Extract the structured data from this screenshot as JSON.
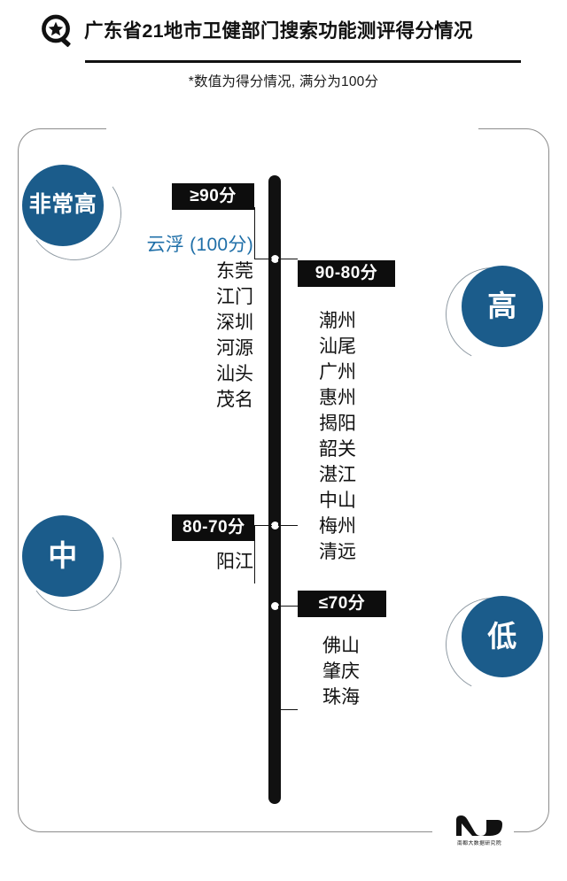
{
  "header": {
    "icon": "magnifier-star-icon",
    "title": "广东省21地市卫健部门搜索功能测评得分情况",
    "subtitle": "*数值为得分情况, 满分为100分"
  },
  "levels": [
    {
      "key": "very-high",
      "label": "非常高"
    },
    {
      "key": "high",
      "label": "高"
    },
    {
      "key": "medium",
      "label": "中"
    },
    {
      "key": "low",
      "label": "低"
    }
  ],
  "groups": [
    {
      "key": "ge-90",
      "tag": "≥90分",
      "side": "left",
      "highlight": "云浮 (100分)",
      "cities": [
        "东莞",
        "江门",
        "深圳",
        "河源",
        "汕头",
        "茂名"
      ]
    },
    {
      "key": "90-80",
      "tag": "90-80分",
      "side": "right",
      "highlight": "",
      "cities": [
        "潮州",
        "汕尾",
        "广州",
        "惠州",
        "揭阳",
        "韶关",
        "湛江",
        "中山",
        "梅州",
        "清远"
      ]
    },
    {
      "key": "80-70",
      "tag": "80-70分",
      "side": "left",
      "highlight": "",
      "cities": [
        "阳江"
      ]
    },
    {
      "key": "le-70",
      "tag": "≤70分",
      "side": "right",
      "highlight": "",
      "cities": [
        "佛山",
        "肇庆",
        "珠海"
      ]
    }
  ],
  "footer": {
    "logo_mark": "nandu-wave-logo",
    "logo_caption": "南都大数据研究院"
  },
  "colors": {
    "brand_blue": "#1b5c8b",
    "highlight_blue": "#1f6fa8",
    "ink": "#111111",
    "frame_gray": "#8c8c8c"
  }
}
